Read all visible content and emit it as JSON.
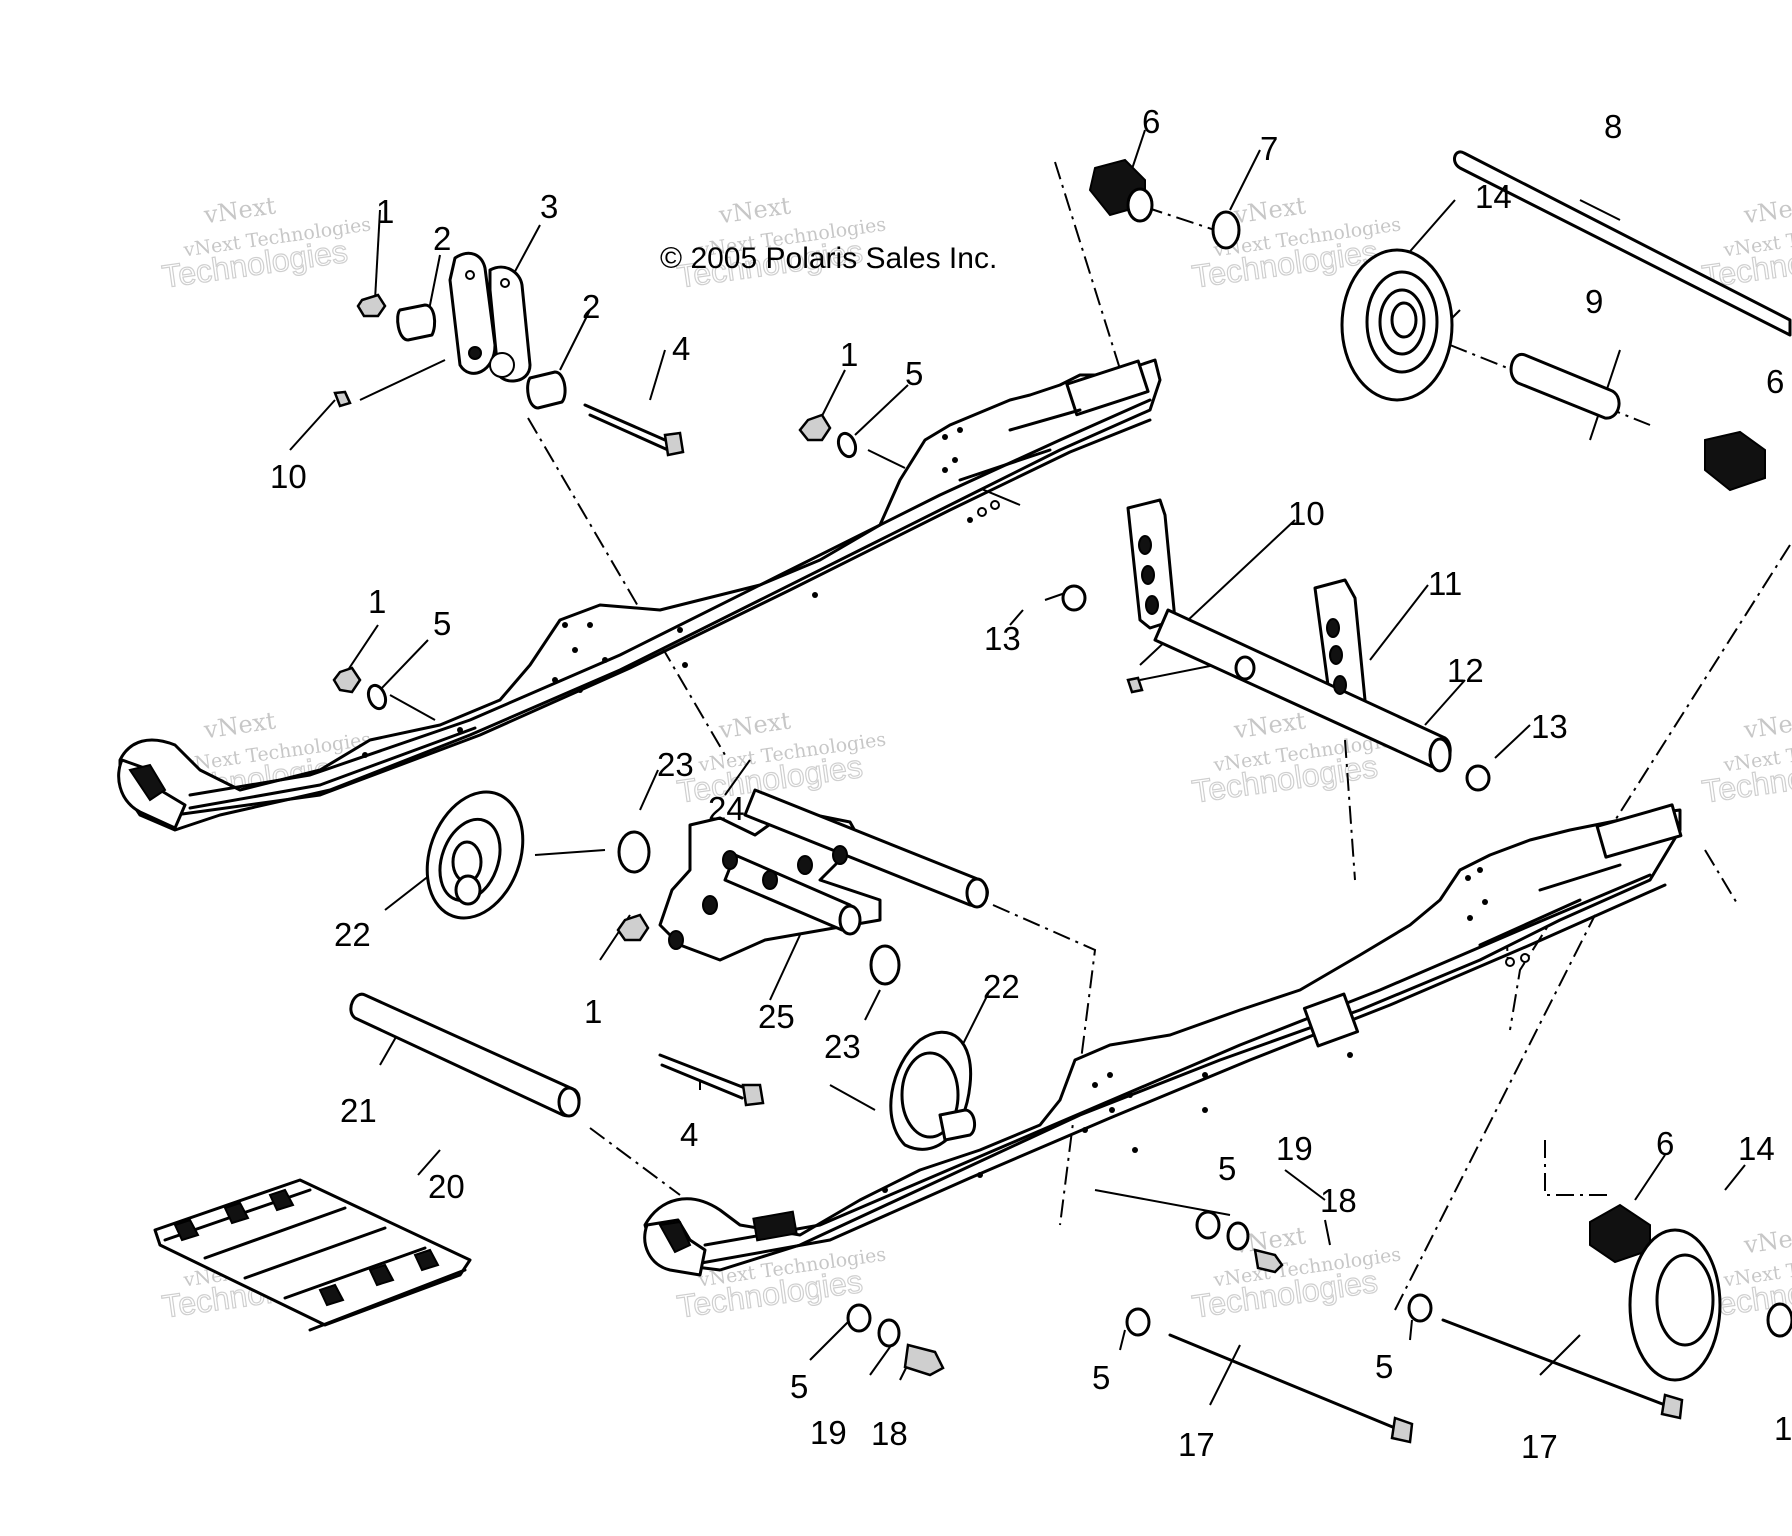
{
  "copyright": "© 2005 Polaris Sales Inc.",
  "watermark": {
    "small": "vNext Technologies",
    "large": "Technologies",
    "top": "vNext"
  },
  "callouts": {
    "c1a": "1",
    "c2a": "2",
    "c3": "3",
    "c2b": "2",
    "c4a": "4",
    "c10a": "10",
    "c1b": "1",
    "c5a": "5",
    "c1c": "1",
    "c5b": "5",
    "c6a": "6",
    "c7": "7",
    "c8": "8",
    "c14a": "14",
    "c9": "9",
    "c6b": "6",
    "c10b": "10",
    "c11": "11",
    "c13a": "13",
    "c12": "12",
    "c13b": "13",
    "c23a": "23",
    "c24": "24",
    "c22a": "22",
    "c1d": "1",
    "c25": "25",
    "c23b": "23",
    "c22b": "22",
    "c21": "21",
    "c4b": "4",
    "c20": "20",
    "c5c": "5",
    "c19a": "19",
    "c18a": "18",
    "c6c": "6",
    "c14b": "14",
    "c5d": "5",
    "c19b": "19",
    "c18b": "18",
    "c5e": "5",
    "c17a": "17",
    "c5f": "5",
    "c17b": "17",
    "c1e": "1"
  }
}
